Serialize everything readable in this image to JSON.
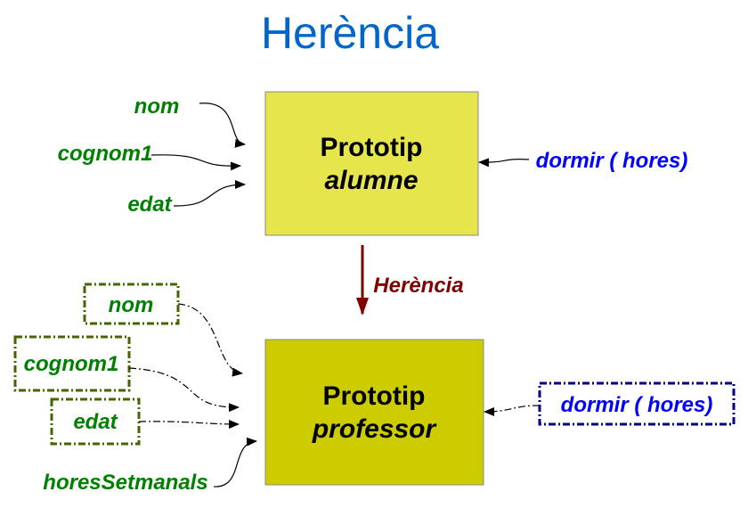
{
  "title": "Herència",
  "colors": {
    "title": "#0066cc",
    "attr": "#008000",
    "method": "#0000ff",
    "inheritance": "#800000",
    "box_alumne": "#e6e64c",
    "box_professor": "#cccc00"
  },
  "alumne": {
    "line1": "Prototip",
    "line2": "alumne",
    "attributes": [
      "nom",
      "cognom1",
      "edat"
    ],
    "method": "dormir ( hores)"
  },
  "inheritance_label": "Herència",
  "professor": {
    "line1": "Prototip",
    "line2": "professor",
    "inherited_attributes": [
      "nom",
      "cognom1",
      "edat"
    ],
    "own_attribute": "horesSetmanals",
    "inherited_method": "dormir ( hores)"
  }
}
